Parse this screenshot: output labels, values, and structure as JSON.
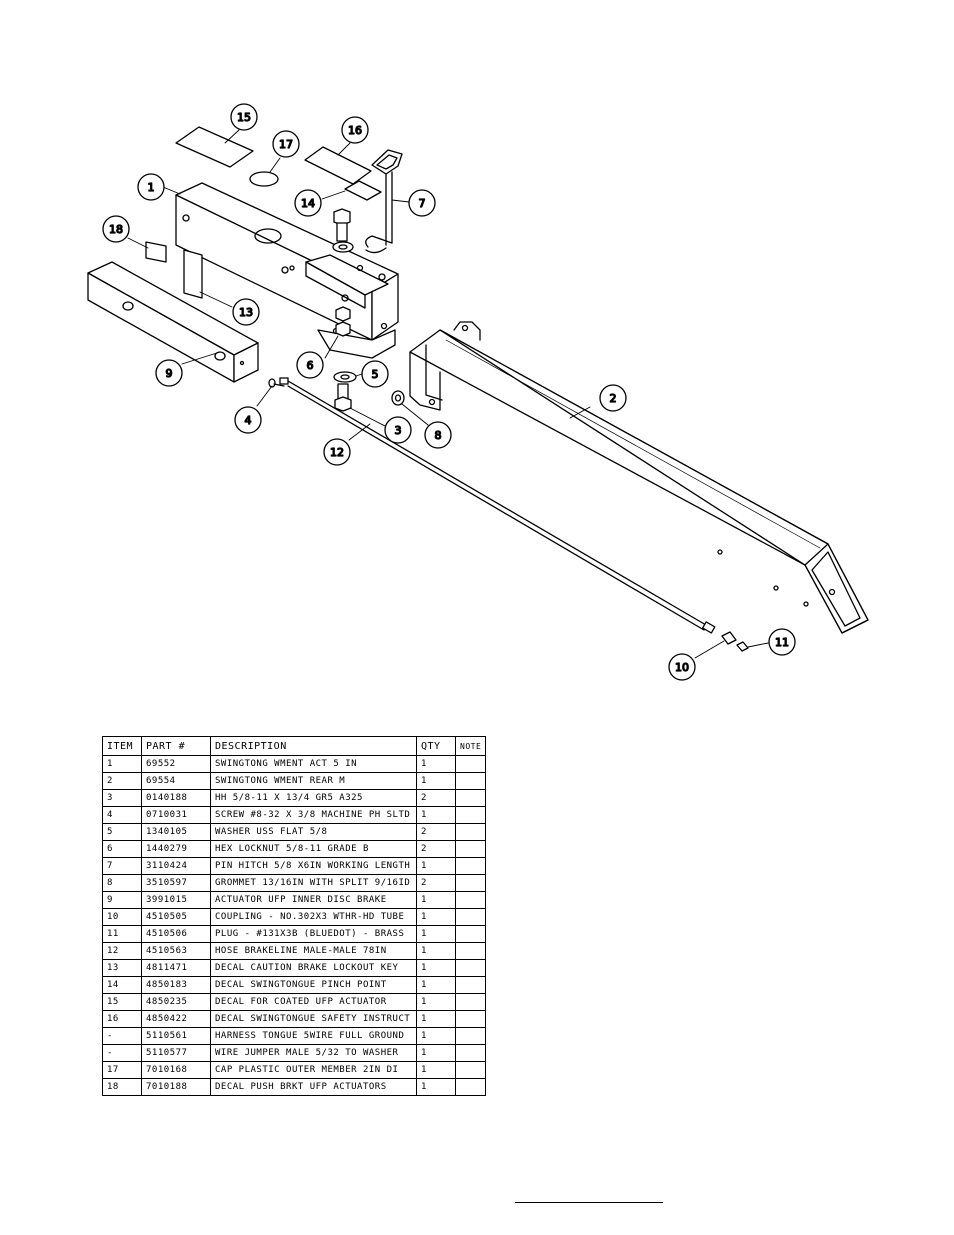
{
  "balloons": [
    "1",
    "2",
    "3",
    "4",
    "5",
    "6",
    "7",
    "8",
    "9",
    "10",
    "11",
    "12",
    "13",
    "14",
    "15",
    "16",
    "17",
    "18"
  ],
  "table": {
    "headers": {
      "item": "ITEM",
      "part": "PART #",
      "description": "DESCRIPTION",
      "qty": "QTY",
      "note": "NOTE"
    },
    "rows": [
      {
        "item": "1",
        "part": "69552",
        "description": "SWINGTONG WMENT ACT 5 IN",
        "qty": "1"
      },
      {
        "item": "2",
        "part": "69554",
        "description": "SWINGTONG WMENT REAR M",
        "qty": "1"
      },
      {
        "item": "3",
        "part": "0140188",
        "description": "HH 5/8-11 X 13/4  GR5 A325",
        "qty": "2"
      },
      {
        "item": "4",
        "part": "0710031",
        "description": "SCREW #8-32 X 3/8 MACHINE PH SLTD",
        "qty": "1"
      },
      {
        "item": "5",
        "part": "1340105",
        "description": "WASHER USS FLAT 5/8",
        "qty": "2"
      },
      {
        "item": "6",
        "part": "1440279",
        "description": "HEX LOCKNUT 5/8-11 GRADE B",
        "qty": "2"
      },
      {
        "item": "7",
        "part": "3110424",
        "description": "PIN HITCH 5/8 X6IN WORKING LENGTH",
        "qty": "1"
      },
      {
        "item": "8",
        "part": "3510597",
        "description": "GROMMET 13/16IN  WITH SPLIT 9/16ID",
        "qty": "2"
      },
      {
        "item": "9",
        "part": "3991015",
        "description": "ACTUATOR UFP INNER  DISC BRAKE",
        "qty": "1"
      },
      {
        "item": "10",
        "part": "4510505",
        "description": "COUPLING - NO.302X3 WTHR-HD TUBE",
        "qty": "1"
      },
      {
        "item": "11",
        "part": "4510506",
        "description": "PLUG - #131X3B (BLUEDOT) - BRASS",
        "qty": "1"
      },
      {
        "item": "12",
        "part": "4510563",
        "description": "HOSE BRAKELINE MALE-MALE 78IN",
        "qty": "1"
      },
      {
        "item": "13",
        "part": "4811471",
        "description": "DECAL CAUTION BRAKE LOCKOUT KEY",
        "qty": "1"
      },
      {
        "item": "14",
        "part": "4850183",
        "description": "DECAL SWINGTONGUE PINCH POINT",
        "qty": "1"
      },
      {
        "item": "15",
        "part": "4850235",
        "description": "DECAL FOR COATED UFP ACTUATOR",
        "qty": "1"
      },
      {
        "item": "16",
        "part": "4850422",
        "description": "DECAL SWINGTONGUE SAFETY INSTRUCT",
        "qty": "1"
      },
      {
        "item": "-",
        "part": "5110561",
        "description": "HARNESS TONGUE 5WIRE FULL GROUND",
        "qty": "1"
      },
      {
        "item": "-",
        "part": "5110577",
        "description": "WIRE JUMPER MALE 5/32 TO WASHER",
        "qty": "1"
      },
      {
        "item": "17",
        "part": "7010168",
        "description": "CAP  PLASTIC OUTER MEMBER 2IN DI",
        "qty": "1"
      },
      {
        "item": "18",
        "part": "7010188",
        "description": "DECAL PUSH BRKT UFP ACTUATORS",
        "qty": "1"
      }
    ]
  }
}
